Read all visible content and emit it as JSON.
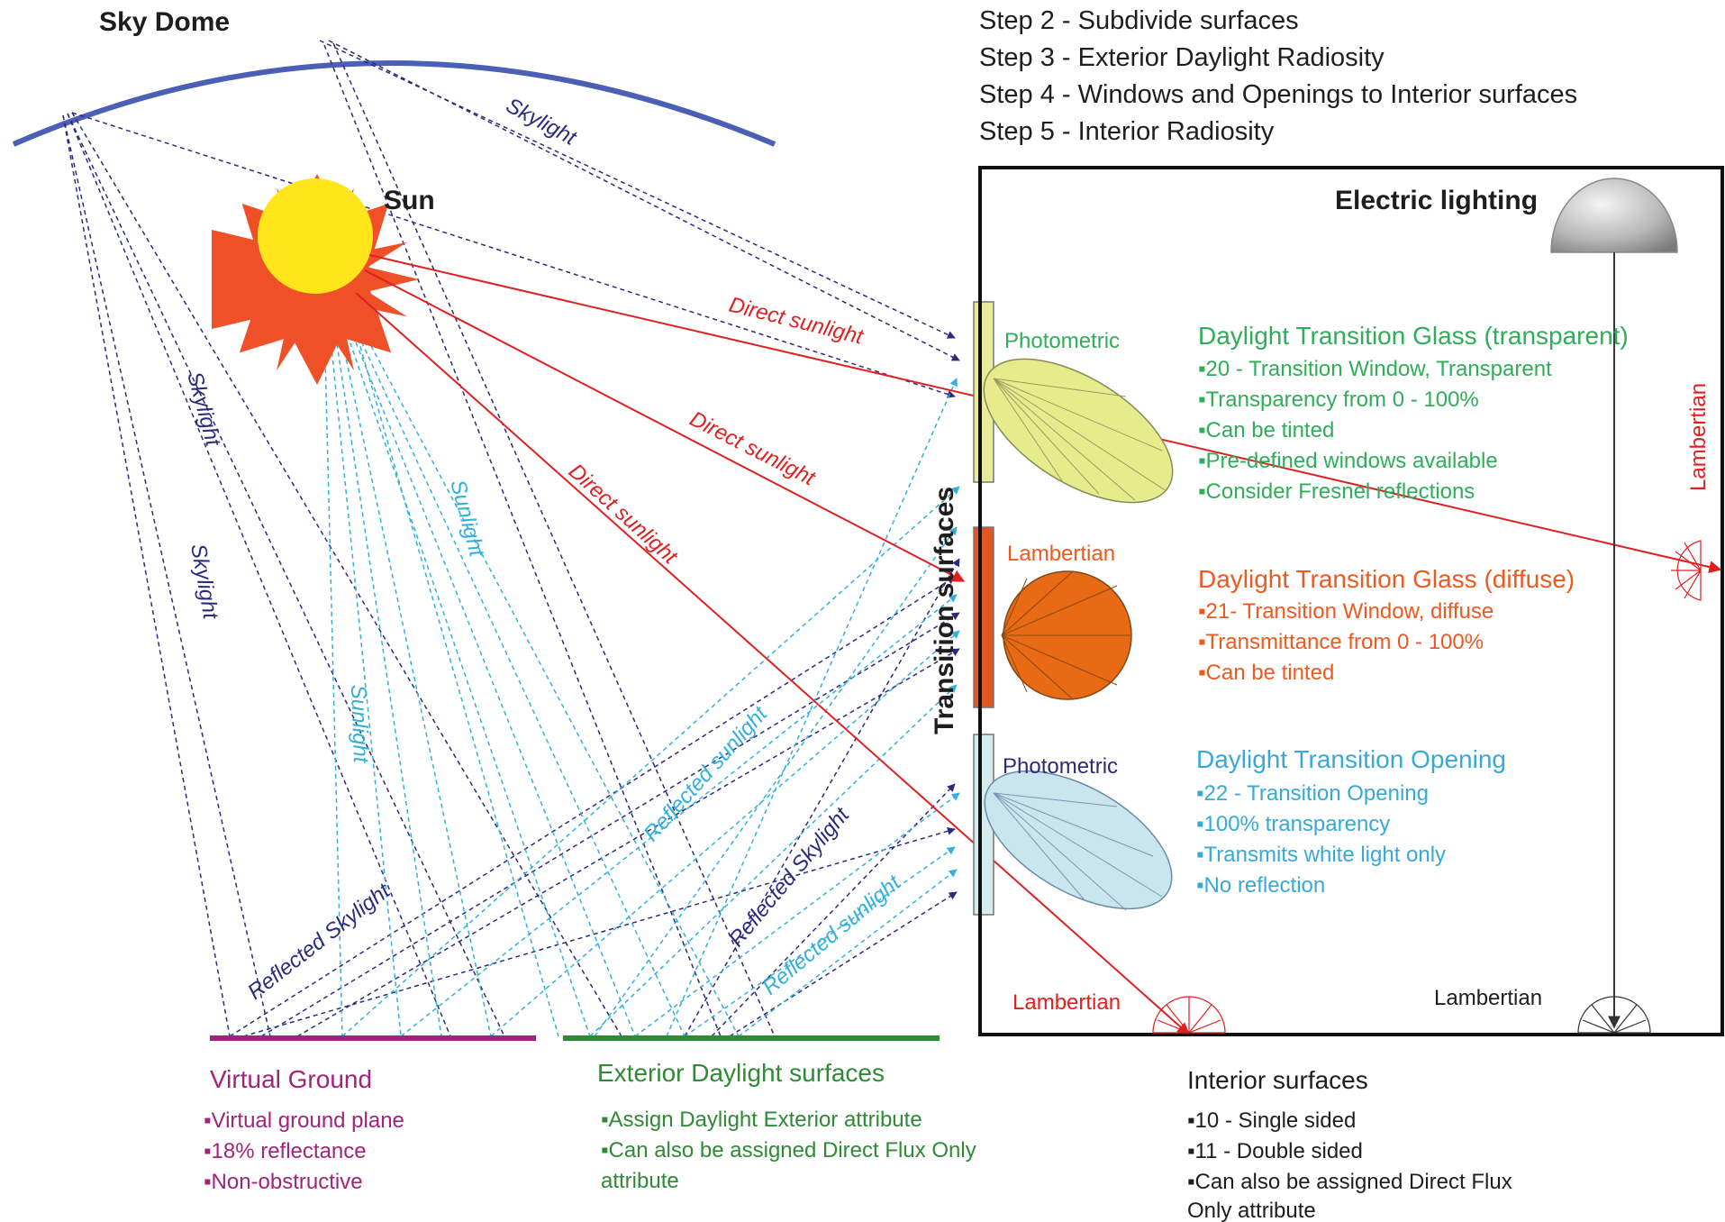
{
  "colors": {
    "sky_dome": "#4a5fb5",
    "skylight": "#2b2b7e",
    "sunlight": "#33b0dc",
    "direct": "#e02020",
    "transparent": "#2fae5a",
    "diffuse": "#ee5a1e",
    "opening": "#37a9d9",
    "ground": "#a2237c",
    "exterior": "#2f8a36"
  },
  "steps": [
    "Step 2 - Subdivide surfaces",
    "Step 3 - Exterior Daylight Radiosity",
    "Step 4 - Windows and Openings to Interior surfaces",
    "Step 5 - Interior Radiosity"
  ],
  "labels": {
    "sky_dome": "Sky Dome",
    "sun": "Sun",
    "electric_lighting": "Electric lighting",
    "transition_surfaces": "Transition surfaces",
    "skylight": "Skylight",
    "sunlight": "Sunlight",
    "direct_sunlight": "Direct sunlight",
    "reflected_skylight": "Reflected Skylight",
    "reflected_sunlight": "Reflected sunlight",
    "photometric": "Photometric",
    "lambertian": "Lambertian"
  },
  "transparent_glass": {
    "title": "Daylight Transition Glass (transparent)",
    "bullets": [
      "20 - Transition Window, Transparent",
      "Transparency from 0 - 100%",
      "Can be tinted",
      "Pre-defined windows available",
      "Consider Fresnel reflections"
    ]
  },
  "diffuse_glass": {
    "title": "Daylight Transition Glass (diffuse)",
    "bullets": [
      "21- Transition Window, diffuse",
      "Transmittance from 0 - 100%",
      "Can be tinted"
    ]
  },
  "opening": {
    "title": "Daylight Transition Opening",
    "bullets": [
      "22 - Transition Opening",
      "100% transparency",
      "Transmits white light only",
      "No reflection"
    ]
  },
  "virtual_ground": {
    "title": "Virtual Ground",
    "bullets": [
      "Virtual ground plane",
      "18% reflectance",
      "Non-obstructive"
    ]
  },
  "exterior_surfaces": {
    "title": "Exterior Daylight surfaces",
    "bullets": [
      "Assign Daylight Exterior attribute",
      "Can also be assigned Direct Flux Only",
      "attribute"
    ]
  },
  "interior_surfaces": {
    "title": "Interior surfaces",
    "bullets": [
      "10 - Single sided",
      "11 - Double sided",
      "Can also be assigned Direct Flux",
      "Only attribute"
    ]
  }
}
